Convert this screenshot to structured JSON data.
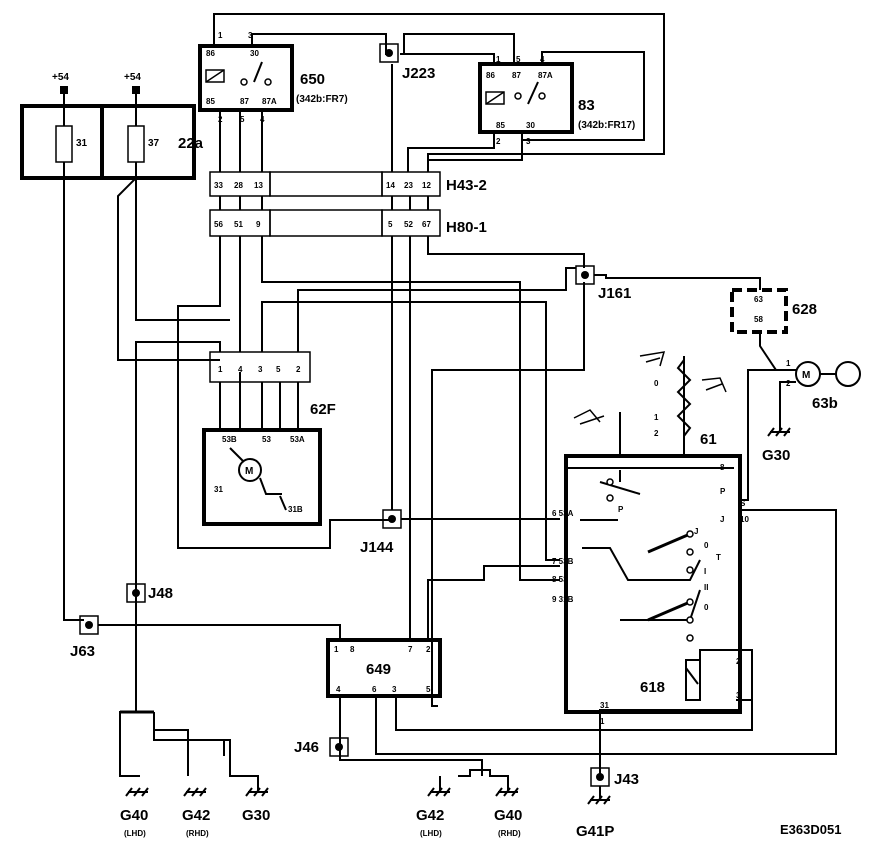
{
  "diagram_code": "E363D051",
  "supplies": {
    "left": "+54",
    "right": "+54"
  },
  "fusebox": {
    "label": "22a",
    "fuse1": "31",
    "fuse2": "37"
  },
  "relay650": {
    "label": "650",
    "ref": "(342b:FR7)",
    "pins_top": [
      "1",
      "3"
    ],
    "pins_in": [
      "86",
      "30",
      "85",
      "87",
      "87A"
    ],
    "pins_bottom": [
      "2",
      "5",
      "4"
    ]
  },
  "relay83": {
    "label": "83",
    "ref": "(342b:FR17)",
    "pins_top": [
      "1",
      "5",
      "4"
    ],
    "pins_in": [
      "86",
      "87",
      "87A",
      "85",
      "30"
    ],
    "pins_bottom": [
      "2",
      "3"
    ]
  },
  "connectors": {
    "H43": {
      "label": "H43-2",
      "left_pins": [
        "33",
        "28",
        "13"
      ],
      "right_pins": [
        "14",
        "23",
        "12"
      ]
    },
    "H80": {
      "label": "H80-1",
      "left_pins": [
        "56",
        "51",
        "9"
      ],
      "right_pins": [
        "5",
        "52",
        "67"
      ]
    },
    "c62F": {
      "label": "62F",
      "pins": [
        "1",
        "4",
        "3",
        "5",
        "2"
      ]
    }
  },
  "motor": {
    "pins": [
      "53B",
      "53",
      "53A",
      "31",
      "31B"
    ],
    "symbol": "M"
  },
  "junctions": [
    "J223",
    "J161",
    "J144",
    "J48",
    "J63",
    "J46",
    "J43"
  ],
  "module628": {
    "label": "628",
    "pins": [
      "63",
      "58"
    ]
  },
  "motor63b": {
    "label": "63b",
    "pins": [
      "1",
      "2"
    ],
    "symbol": "M"
  },
  "switch61": {
    "label": "61",
    "pins_left": [
      "6 53A",
      "7 53B",
      "8 53",
      "9 31B"
    ],
    "pins_right": [
      "8",
      "P",
      "J",
      "10",
      "S"
    ],
    "sub_label": "618",
    "pins_bottom": [
      "31",
      "1",
      "2",
      "3"
    ],
    "contacts": [
      "0",
      "P",
      "J",
      "0",
      "I",
      "II",
      "T"
    ],
    "wiper_pos": [
      "0",
      "1",
      "2"
    ]
  },
  "module649": {
    "label": "649",
    "pins_top": [
      "1",
      "8",
      "7",
      "2"
    ],
    "pins_bottom": [
      "4",
      "6",
      "3",
      "5"
    ]
  },
  "grounds": [
    {
      "label": "G40",
      "note": "(LHD)"
    },
    {
      "label": "G42",
      "note": "(RHD)"
    },
    {
      "label": "G30",
      "note": ""
    },
    {
      "label": "G42",
      "note": "(LHD)"
    },
    {
      "label": "G40",
      "note": "(RHD)"
    },
    {
      "label": "G41P",
      "note": ""
    },
    {
      "label": "G30",
      "note": ""
    }
  ]
}
